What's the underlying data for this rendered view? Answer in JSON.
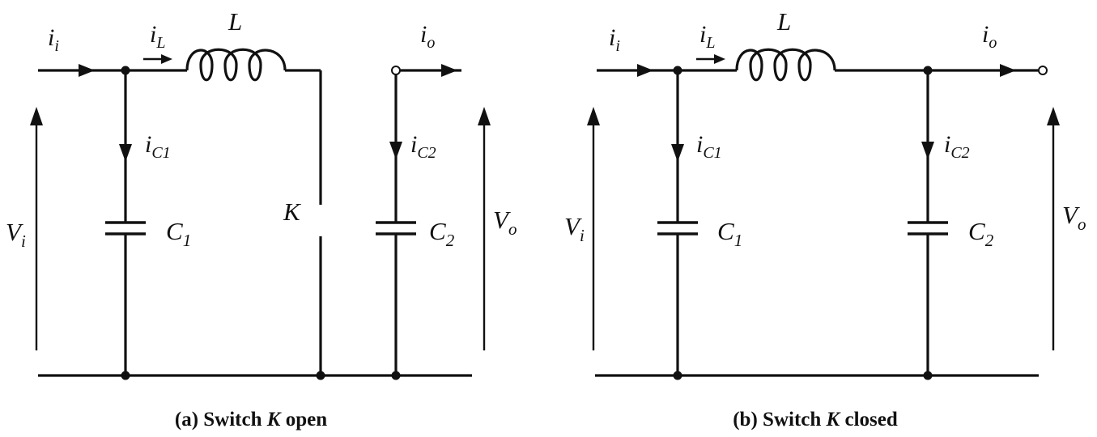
{
  "panels": [
    {
      "caption_prefix": "(a) Switch ",
      "caption_var": "K",
      "caption_suffix": " open",
      "labels": {
        "ii": "i",
        "ii_sub": "i",
        "iL": "i",
        "iL_sub": "L",
        "L": "L",
        "io": "i",
        "io_sub": "o",
        "iC1": "i",
        "iC1_sub": "C1",
        "iC2": "i",
        "iC2_sub": "C2",
        "Vi": "V",
        "Vi_sub": "i",
        "C1": "C",
        "C1_sub": "1",
        "K": "K",
        "C2": "C",
        "C2_sub": "2",
        "Vo": "V",
        "Vo_sub": "o"
      }
    },
    {
      "caption_prefix": "(b) Switch ",
      "caption_var": "K",
      "caption_suffix": " closed",
      "labels": {
        "ii": "i",
        "ii_sub": "i",
        "iL": "i",
        "iL_sub": "L",
        "L": "L",
        "io": "i",
        "io_sub": "o",
        "iC1": "i",
        "iC1_sub": "C1",
        "iC2": "i",
        "iC2_sub": "C2",
        "Vi": "V",
        "Vi_sub": "i",
        "C1": "C",
        "C1_sub": "1",
        "C2": "C",
        "C2_sub": "2",
        "Vo": "V",
        "Vo_sub": "o"
      }
    }
  ]
}
